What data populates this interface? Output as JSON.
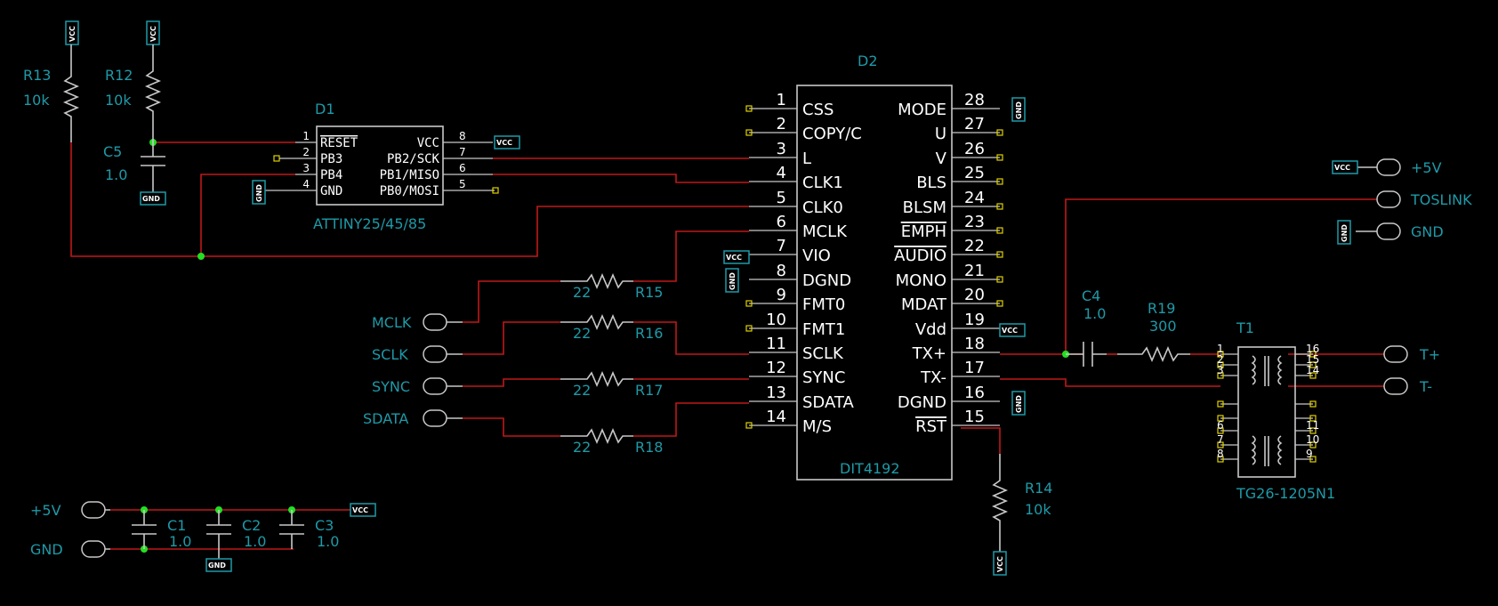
{
  "d1": {
    "ref": "D1",
    "part": "ATTINY25/45/85",
    "left": [
      {
        "n": "1",
        "name": "RESET"
      },
      {
        "n": "2",
        "name": "PB3"
      },
      {
        "n": "3",
        "name": "PB4"
      },
      {
        "n": "4",
        "name": "GND"
      }
    ],
    "right": [
      {
        "n": "8",
        "name": "VCC"
      },
      {
        "n": "7",
        "name": "PB2/SCK"
      },
      {
        "n": "6",
        "name": "PB1/MISO"
      },
      {
        "n": "5",
        "name": "PB0/MOSI"
      }
    ]
  },
  "d2": {
    "ref": "D2",
    "part": "DIT4192",
    "left": [
      {
        "n": "1",
        "name": "CSS"
      },
      {
        "n": "2",
        "name": "COPY/C"
      },
      {
        "n": "3",
        "name": "L"
      },
      {
        "n": "4",
        "name": "CLK1"
      },
      {
        "n": "5",
        "name": "CLK0"
      },
      {
        "n": "6",
        "name": "MCLK"
      },
      {
        "n": "7",
        "name": "VIO"
      },
      {
        "n": "8",
        "name": "DGND"
      },
      {
        "n": "9",
        "name": "FMT0"
      },
      {
        "n": "10",
        "name": "FMT1"
      },
      {
        "n": "11",
        "name": "SCLK"
      },
      {
        "n": "12",
        "name": "SYNC"
      },
      {
        "n": "13",
        "name": "SDATA"
      },
      {
        "n": "14",
        "name": "M/S"
      }
    ],
    "right": [
      {
        "n": "28",
        "name": "MODE"
      },
      {
        "n": "27",
        "name": "U"
      },
      {
        "n": "26",
        "name": "V"
      },
      {
        "n": "25",
        "name": "BLS"
      },
      {
        "n": "24",
        "name": "BLSM"
      },
      {
        "n": "23",
        "name": "EMPH"
      },
      {
        "n": "22",
        "name": "AUDIO"
      },
      {
        "n": "21",
        "name": "MONO"
      },
      {
        "n": "20",
        "name": "MDAT"
      },
      {
        "n": "19",
        "name": "Vdd"
      },
      {
        "n": "18",
        "name": "TX+"
      },
      {
        "n": "17",
        "name": "TX-"
      },
      {
        "n": "16",
        "name": "DGND"
      },
      {
        "n": "15",
        "name": "RST"
      }
    ]
  },
  "t1": {
    "ref": "T1",
    "part": "TG26-1205N1",
    "left": [
      "1",
      "2",
      "3",
      "",
      "",
      "6",
      "7",
      "8"
    ],
    "right": [
      "16",
      "15",
      "14",
      "",
      "",
      "11",
      "10",
      "9"
    ]
  },
  "resistors": {
    "r13": {
      "ref": "R13",
      "value": "10k"
    },
    "r12": {
      "ref": "R12",
      "value": "10k"
    },
    "r15": {
      "ref": "R15",
      "value": "22"
    },
    "r16": {
      "ref": "R16",
      "value": "22"
    },
    "r17": {
      "ref": "R17",
      "value": "22"
    },
    "r18": {
      "ref": "R18",
      "value": "22"
    },
    "r19": {
      "ref": "R19",
      "value": "300"
    },
    "r14": {
      "ref": "R14",
      "value": "10k"
    }
  },
  "caps": {
    "c5": {
      "ref": "C5",
      "value": "1.0"
    },
    "c4": {
      "ref": "C4",
      "value": "1.0"
    },
    "c1": {
      "ref": "C1",
      "value": "1.0"
    },
    "c2": {
      "ref": "C2",
      "value": "1.0"
    },
    "c3": {
      "ref": "C3",
      "value": "1.0"
    }
  },
  "connectors": {
    "mclk": "MCLK",
    "sclk": "SCLK",
    "sync": "SYNC",
    "sdata": "SDATA",
    "p5v": "+5V",
    "toslink": "TOSLINK",
    "gnd": "GND",
    "tplus": "T+",
    "tminus": "T-",
    "p5v_bottom": "+5V",
    "gnd_bottom": "GND"
  },
  "power": {
    "vcc": "VCC",
    "gnd": "GND"
  },
  "colors": {
    "wire": "#c01818",
    "label": "#1e9aa8",
    "body": "#c8c8c8",
    "pin_terminal": "#e0d000",
    "junction": "#22e022",
    "background": "#000000"
  }
}
